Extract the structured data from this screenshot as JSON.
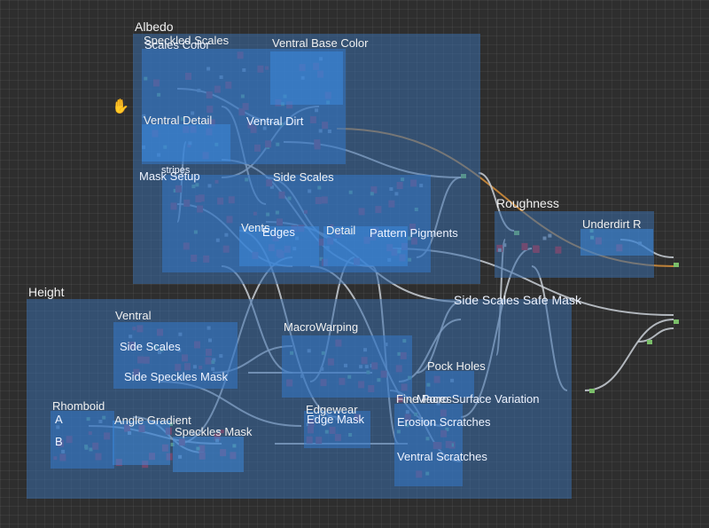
{
  "frames": {
    "albedo": "Albedo",
    "speckled_scales": "Speckled Scales",
    "scales_color": "Scales Color",
    "ventral_base_color": "Ventral Base Color",
    "ventral_detail": "Ventral Detail",
    "ventral_dirt": "Ventral Dirt",
    "mask_setup": "Mask Setup",
    "stripes": "stripes",
    "side_scales": "Side Scales",
    "vents": "Vents",
    "edges": "Edges",
    "detail": "Detail",
    "pattern_pigments": "Pattern Pigments",
    "roughness": "Roughness",
    "underdirt_r": "Underdirt R",
    "height": "Height",
    "side_scales_safe_mask": "Side Scales Safe Mask",
    "ventral": "Ventral",
    "height_side_scales": "Side Scales",
    "side_speckles_mask": "Side Speckles Mask",
    "macrowarping": "MacroWarping",
    "pock_holes": "Pock Holes",
    "fine_pores": "Fine Pores",
    "macro_surface_variation": "Macro Surface Variation",
    "rhomboid": "Rhomboid",
    "angle_gradient": "Angle Gradient",
    "speckles_mask": "Speckles Mask",
    "edgewear": "Edgewear",
    "edge_mask": "Edge Mask",
    "erosion_scratches": "Erosion Scratches",
    "ventral_scratches": "Ventral Scratches",
    "letter_a": "A",
    "letter_b": "B"
  },
  "colors": {
    "wire": "#c9cfd6",
    "wire_orange": "#d8903a",
    "node_red": "#b3202a",
    "node_grey": "#9aa3ad",
    "node_green": "#7bbf6a"
  },
  "icons": {
    "cursor": "hand-cursor-icon"
  }
}
